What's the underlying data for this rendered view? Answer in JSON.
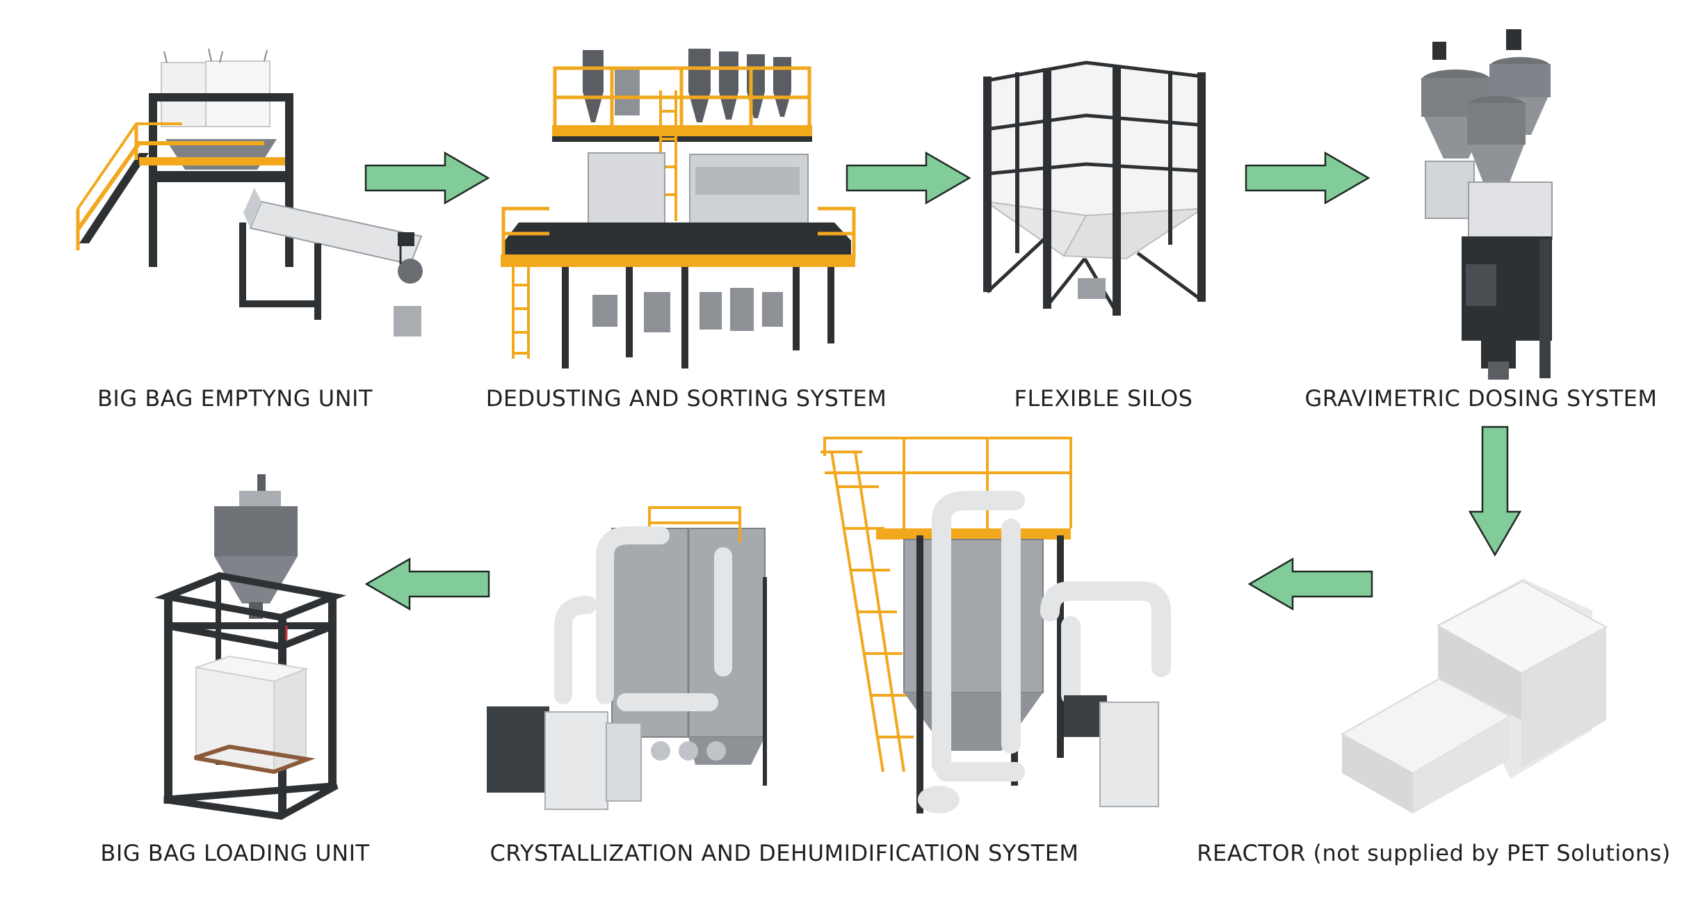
{
  "colors": {
    "arrow_fill": "#82cc9a",
    "arrow_stroke": "#1f2a22",
    "frame_dark": "#2e3134",
    "frame_yellow": "#f2a81d",
    "machine_light": "#e6e8ea",
    "machine_mid": "#a9adb2",
    "machine_dark": "#5a5e63",
    "cabinet": "#3b4044",
    "box_light": "#efefef",
    "box_shade": "#d2d2d2",
    "label_text": "#1f1f1f"
  },
  "stages": [
    {
      "label": "BIG BAG EMPTYNG UNIT",
      "icon": "big-bag-emptying-icon"
    },
    {
      "label": "DEDUSTING AND SORTING SYSTEM",
      "icon": "dedusting-sorting-icon"
    },
    {
      "label": "FLEXIBLE SILOS",
      "icon": "flexible-silos-icon"
    },
    {
      "label": "GRAVIMETRIC DOSING SYSTEM",
      "icon": "gravimetric-dosing-icon"
    },
    {
      "label": "REACTOR (not supplied by PET Solutions)",
      "icon": "reactor-block-icon"
    },
    {
      "label": "CRYSTALLIZATION AND DEHUMIDIFICATION SYSTEM",
      "icon": "crystallization-dehumidification-icon"
    },
    {
      "label": "BIG BAG LOADING UNIT",
      "icon": "big-bag-loading-icon"
    }
  ],
  "arrows": [
    {
      "from": 0,
      "to": 1,
      "direction": "right"
    },
    {
      "from": 1,
      "to": 2,
      "direction": "right"
    },
    {
      "from": 2,
      "to": 3,
      "direction": "right"
    },
    {
      "from": 3,
      "to": 4,
      "direction": "down"
    },
    {
      "from": 4,
      "to": 5,
      "direction": "left"
    },
    {
      "from": 5,
      "to": 6,
      "direction": "left"
    }
  ]
}
